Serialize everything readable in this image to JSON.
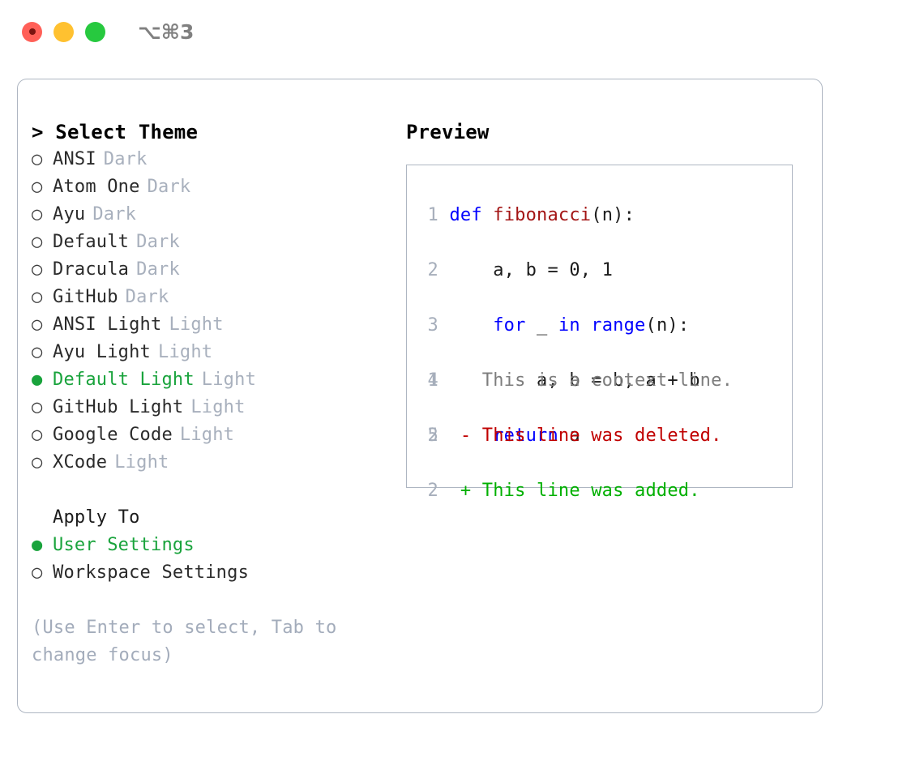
{
  "window": {
    "shortcut": "⌥⌘3",
    "traffic_lights": [
      {
        "name": "close",
        "color": "#ff6058"
      },
      {
        "name": "minimize",
        "color": "#ffc130"
      },
      {
        "name": "maximize",
        "color": "#27c93f"
      }
    ]
  },
  "theme_picker": {
    "heading": "> Select Theme",
    "marker_selected": "●",
    "marker_unselected": "○",
    "accent_color": "#19a33c",
    "items": [
      {
        "label": "ANSI",
        "tag": "Dark",
        "selected": false
      },
      {
        "label": "Atom One",
        "tag": "Dark",
        "selected": false
      },
      {
        "label": "Ayu",
        "tag": "Dark",
        "selected": false
      },
      {
        "label": "Default",
        "tag": "Dark",
        "selected": false
      },
      {
        "label": "Dracula",
        "tag": "Dark",
        "selected": false
      },
      {
        "label": "GitHub",
        "tag": "Dark",
        "selected": false
      },
      {
        "label": "ANSI Light",
        "tag": "Light",
        "selected": false
      },
      {
        "label": "Ayu Light",
        "tag": "Light",
        "selected": false
      },
      {
        "label": "Default Light",
        "tag": "Light",
        "selected": true
      },
      {
        "label": "GitHub Light",
        "tag": "Light",
        "selected": false
      },
      {
        "label": "Google Code",
        "tag": "Light",
        "selected": false
      },
      {
        "label": "XCode",
        "tag": "Light",
        "selected": false
      }
    ]
  },
  "apply_to": {
    "title": "Apply To",
    "items": [
      {
        "label": "User Settings",
        "selected": true
      },
      {
        "label": "Workspace Settings",
        "selected": false
      }
    ]
  },
  "hint": "(Use Enter to select, Tab to change focus)",
  "preview": {
    "title": "Preview",
    "code_lines": [
      {
        "num": "1",
        "tokens": [
          {
            "t": "def",
            "c": "kw"
          },
          {
            "t": " ",
            "c": "plain"
          },
          {
            "t": "fibonacci",
            "c": "fn"
          },
          {
            "t": "(n):",
            "c": "plain"
          }
        ]
      },
      {
        "num": "2",
        "tokens": [
          {
            "t": "    a, b = 0, 1",
            "c": "plain"
          }
        ]
      },
      {
        "num": "3",
        "tokens": [
          {
            "t": "    ",
            "c": "plain"
          },
          {
            "t": "for",
            "c": "kw"
          },
          {
            "t": " _ ",
            "c": "plain"
          },
          {
            "t": "in",
            "c": "kw"
          },
          {
            "t": " ",
            "c": "plain"
          },
          {
            "t": "range",
            "c": "kw"
          },
          {
            "t": "(n):",
            "c": "plain"
          }
        ]
      },
      {
        "num": "4",
        "tokens": [
          {
            "t": "        a, b = b, a + b",
            "c": "plain"
          }
        ]
      },
      {
        "num": "5",
        "tokens": [
          {
            "t": "    ",
            "c": "plain"
          },
          {
            "t": "return",
            "c": "kw"
          },
          {
            "t": " a",
            "c": "plain"
          }
        ]
      }
    ],
    "diff_lines": [
      {
        "num": "1",
        "sign": " ",
        "text": "This is a context line.",
        "kind": "context"
      },
      {
        "num": "2",
        "sign": "-",
        "text": "This line was deleted.",
        "kind": "deleted"
      },
      {
        "num": "2",
        "sign": "+",
        "text": "This line was added.",
        "kind": "added"
      }
    ],
    "colors": {
      "keyword": "#0000ff",
      "function": "#a31515",
      "line_number": "#a6aebb",
      "diff_context": "#7d7d7d",
      "diff_deleted": "#c00000",
      "diff_added": "#00b000"
    }
  }
}
